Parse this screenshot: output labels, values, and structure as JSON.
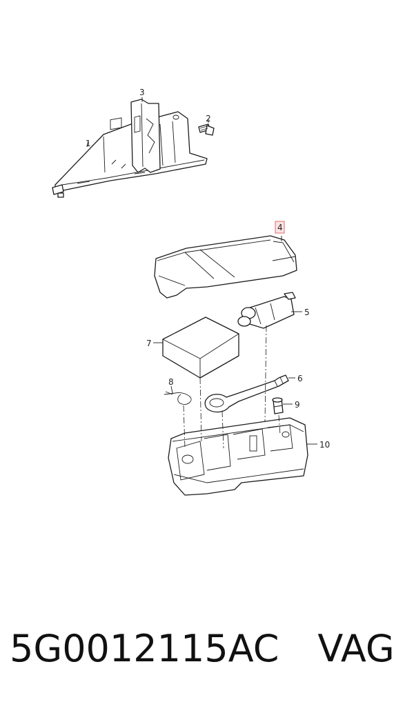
{
  "diagram": {
    "callouts": {
      "c1": "1",
      "c2": "2",
      "c3": "3",
      "c4": "4",
      "c5": "5",
      "c6": "6",
      "c7": "7",
      "c8": "8",
      "c9": "9",
      "c10": "10"
    },
    "highlighted_callout": "4",
    "highlight_color": "#e06b6b"
  },
  "footer": {
    "part_number": "5G0012115AC",
    "brand": "VAG"
  }
}
